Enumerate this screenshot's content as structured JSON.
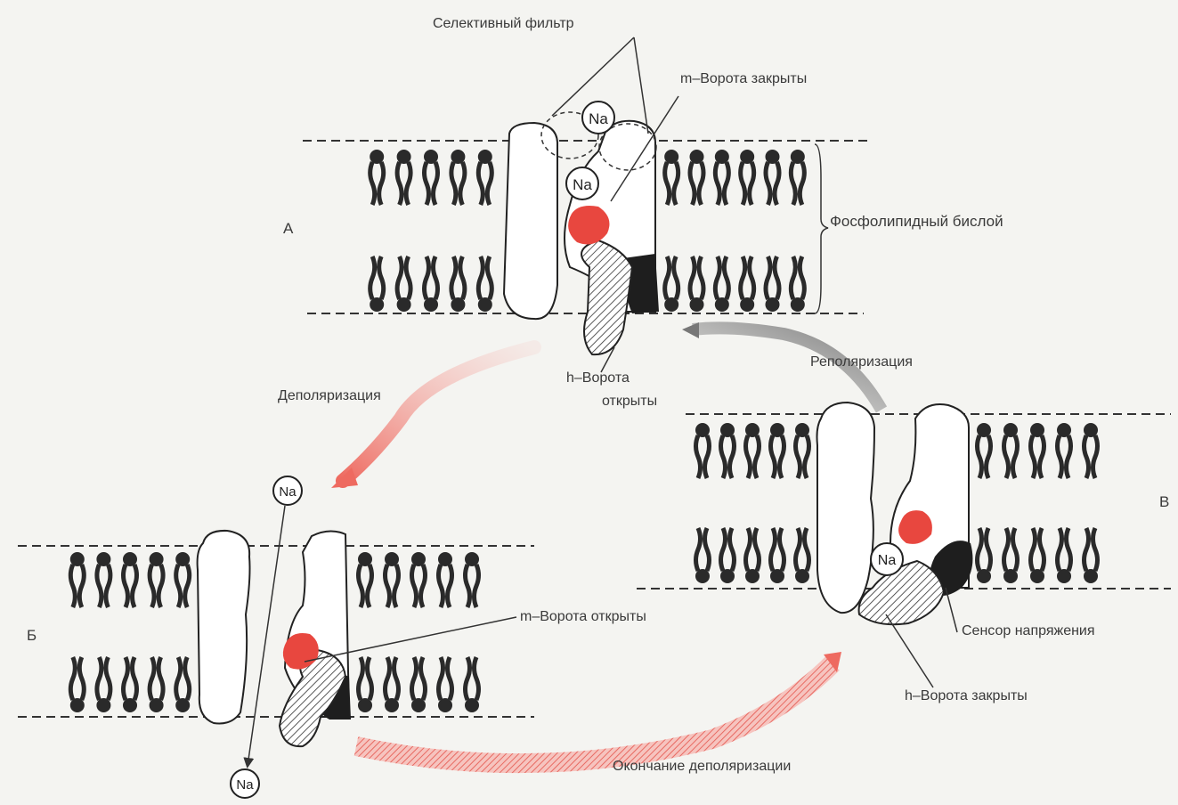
{
  "labels": {
    "selective_filter": "Селективный фильтр",
    "m_gate_closed": "m–Ворота закрыты",
    "phospholipid_bilayer": "Фосфолипидный бислой",
    "h_gate_open_line1": "h–Ворота",
    "h_gate_open_line2": "открыты",
    "depolarization": "Деполяризация",
    "repolarization": "Реполяризация",
    "m_gate_open": "m–Ворота открыты",
    "voltage_sensor": "Сенсор напряжения",
    "h_gate_closed": "h–Ворота закрыты",
    "end_of_depolarization": "Окончание деполяризации"
  },
  "panels": {
    "a": "А",
    "b": "Б",
    "v": "В"
  },
  "ion": "Na",
  "colors": {
    "lipid": "#2a2a2a",
    "gate": "#e8473f",
    "arrow_red": "#ee7a72",
    "arrow_gray": "#9a9a9a",
    "sensor": "#1e1e1e",
    "background": "#f4f4f1"
  }
}
